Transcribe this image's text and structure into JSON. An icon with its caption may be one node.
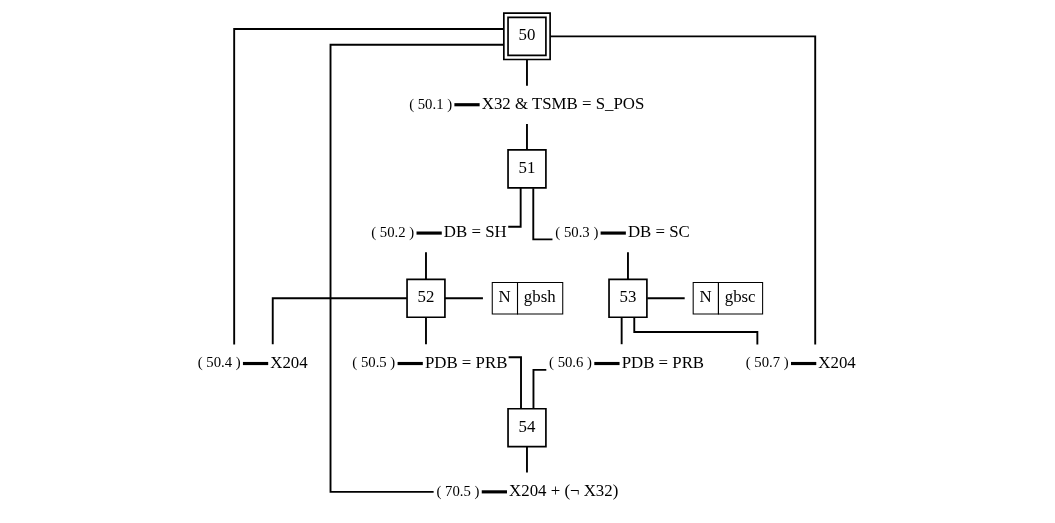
{
  "diagram": {
    "nodes": [
      {
        "text": [
          "50"
        ]
      },
      {
        "text": [],
        "shape": "bar",
        "beside": [
          "( 50.1 )",
          "X32 & TSMB = S_POS"
        ]
      },
      {
        "text": [
          "51"
        ]
      },
      {
        "text": [],
        "shape": "bar",
        "beside": [
          "( 50.2 )",
          "DB = SH"
        ]
      },
      {
        "text": [],
        "shape": "bar",
        "beside": [
          "( 50.3 )",
          "DB = SC"
        ]
      },
      {
        "text": [
          "52"
        ]
      },
      {
        "text": [
          "N",
          "gbsh"
        ]
      },
      {
        "text": [
          "53"
        ]
      },
      {
        "text": [
          "N",
          "gbsc"
        ]
      },
      {
        "text": [],
        "shape": "bar",
        "beside": [
          "( 50.4 )",
          "X204"
        ]
      },
      {
        "text": [],
        "shape": "bar",
        "beside": [
          "( 50.5 )",
          "PDB = PRB"
        ]
      },
      {
        "text": [],
        "shape": "bar",
        "beside": [
          "( 50.6 )",
          "PDB = PRB"
        ]
      },
      {
        "text": [],
        "shape": "bar",
        "beside": [
          "( 50.7 )",
          "X204"
        ]
      },
      {
        "text": [
          "54"
        ]
      },
      {
        "text": [],
        "shape": "bar",
        "beside": [
          "( 70.5 )",
          "X204 + (¬ X32)"
        ]
      }
    ],
    "edges": [
      {
        "from": 0,
        "to": 1,
        "arrow": "none"
      },
      {
        "from": 1,
        "to": 2,
        "arrow": "none"
      },
      {
        "from": 2,
        "to": 3,
        "arrow": "none"
      },
      {
        "from": 2,
        "to": 4,
        "arrow": "none"
      },
      {
        "from": 3,
        "to": 5,
        "arrow": "none"
      },
      {
        "from": 4,
        "to": 7,
        "arrow": "none"
      },
      {
        "from": 5,
        "to": 6,
        "arrow": "none"
      },
      {
        "from": 7,
        "to": 8,
        "arrow": "none"
      },
      {
        "from": 5,
        "to": 9,
        "arrow": "none"
      },
      {
        "from": 5,
        "to": 10,
        "arrow": "none"
      },
      {
        "from": 7,
        "to": 11,
        "arrow": "none"
      },
      {
        "from": 7,
        "to": 12,
        "arrow": "none"
      },
      {
        "from": 10,
        "to": 13,
        "arrow": "none"
      },
      {
        "from": 11,
        "to": 13,
        "arrow": "none"
      },
      {
        "from": 13,
        "to": 14,
        "arrow": "none"
      },
      {
        "from": 14,
        "to": 0,
        "arrow": "none"
      },
      {
        "from": 9,
        "to": 0,
        "arrow": "none"
      },
      {
        "from": 12,
        "to": 0,
        "arrow": "none"
      }
    ]
  }
}
